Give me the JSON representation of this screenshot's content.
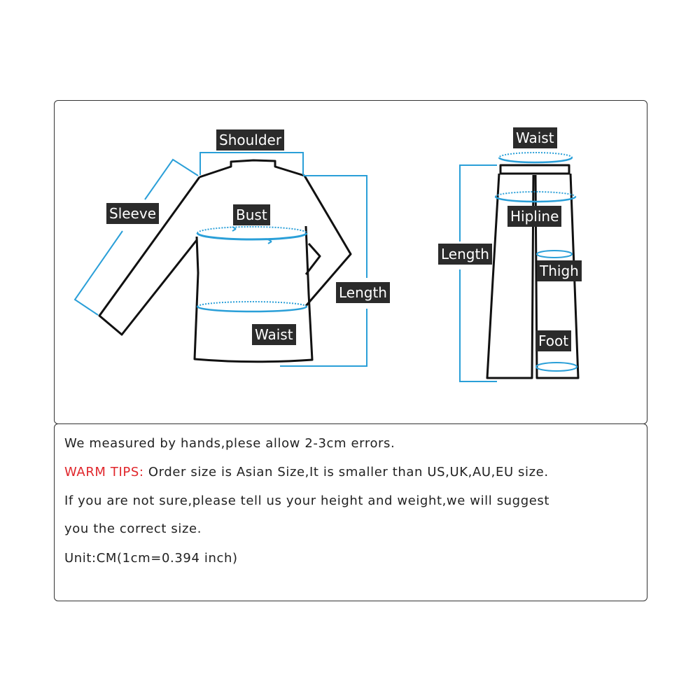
{
  "top_labels": {
    "shoulder": "Shoulder",
    "sleeve": "Sleeve",
    "bust": "Bust",
    "top_length": "Length",
    "top_waist": "Waist",
    "pants_waist": "Waist",
    "hipline": "Hipline",
    "pants_length": "Length",
    "thigh": "Thigh",
    "foot": "Foot"
  },
  "notes": {
    "line1": "We measured by hands,plese allow 2-3cm errors.",
    "warm_label": "WARM TIPS:",
    "warm_text": " Order size is Asian Size,It is smaller than US,UK,AU,EU size.",
    "line3": "If you are not sure,please tell us your height and weight,we will suggest",
    "line4": "you the correct size.",
    "line5": "Unit:CM(1cm=0.394 inch)"
  },
  "colors": {
    "measure": "#2a9fd8",
    "warning": "#e0262b",
    "label_bg": "#2b2b2b"
  }
}
